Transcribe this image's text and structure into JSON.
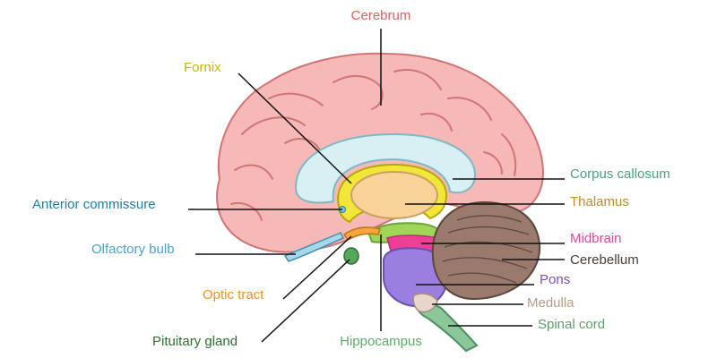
{
  "labels": {
    "cerebrum": {
      "text": "Cerebrum",
      "color": "#d9605f"
    },
    "fornix": {
      "text": "Fornix",
      "color": "#c9b400"
    },
    "corpus_callosum": {
      "text": "Corpus callosum",
      "color": "#4f9c86"
    },
    "thalamus": {
      "text": "Thalamus",
      "color": "#c68a1d"
    },
    "anterior_commissure": {
      "text": "Anterior commissure",
      "color": "#1f7fa0"
    },
    "midbrain": {
      "text": "Midbrain",
      "color": "#e0459a"
    },
    "olfactory_bulb": {
      "text": "Olfactory bulb",
      "color": "#4aa3c9"
    },
    "cerebellum": {
      "text": "Cerebellum",
      "color": "#4a3a32"
    },
    "pons": {
      "text": "Pons",
      "color": "#7a4fc0"
    },
    "optic_tract": {
      "text": "Optic tract",
      "color": "#e8951c"
    },
    "medulla": {
      "text": "Medulla",
      "color": "#b99a86"
    },
    "spinal_cord": {
      "text": "Spinal cord",
      "color": "#5e9e6a"
    },
    "pituitary_gland": {
      "text": "Pituitary gland",
      "color": "#2e6b35"
    },
    "hippocampus": {
      "text": "Hippocampus",
      "color": "#5eaa68"
    }
  },
  "colors": {
    "cerebrum_fill": "#f7b8b8",
    "cerebrum_stroke": "#d27474",
    "corpus_callosum_fill": "#d8f0f4",
    "fornix_fill": "#f2e63a",
    "thalamus_fill": "#f7d39a",
    "midbrain_fill": "#ee3f97",
    "pons_fill": "#9b7fe0",
    "cerebellum_fill": "#9a7a6c",
    "spinal_cord_fill": "#8cc79a",
    "hippocampus_fill": "#9fd65a",
    "leader_line": "#111111"
  }
}
